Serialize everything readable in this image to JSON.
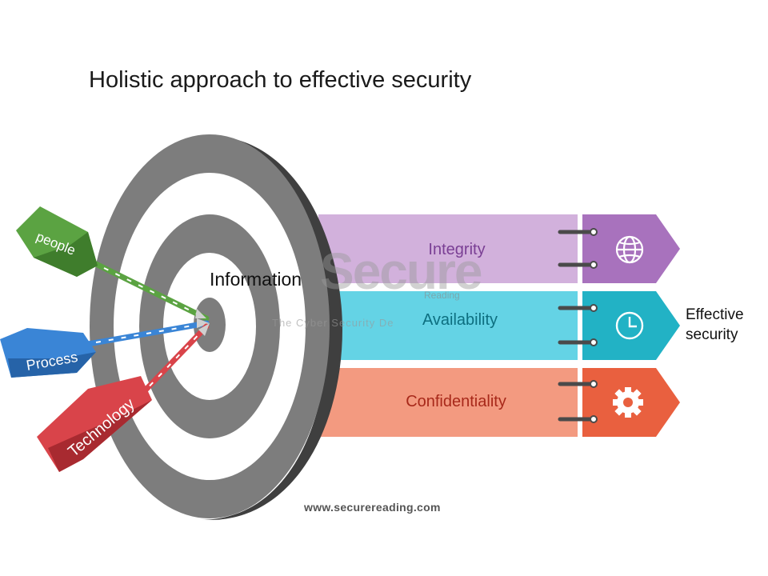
{
  "title": "Holistic approach to effective security",
  "target": {
    "center_label": "Information"
  },
  "arrows": [
    {
      "label": "people",
      "color": "#5ba342",
      "dark": "#3f7d2c"
    },
    {
      "label": "Process",
      "color": "#3a85d6",
      "dark": "#2663a8"
    },
    {
      "label": "Technology",
      "color": "#d9444a",
      "dark": "#a82a30"
    }
  ],
  "pillars": [
    {
      "label": "Integrity",
      "icon": "globe-icon",
      "band": "#d2b1dc",
      "tab": "#a872bd",
      "text": "#7a3f94"
    },
    {
      "label": "Availability",
      "icon": "clock-icon",
      "band": "#64d3e5",
      "tab": "#22b2c5",
      "text": "#0d6f80"
    },
    {
      "label": "Confidentiality",
      "icon": "gear-icon",
      "band": "#f39a80",
      "tab": "#e9603f",
      "text": "#a8291a"
    }
  ],
  "outcome": {
    "line1": "Effective",
    "line2": "security"
  },
  "watermark": {
    "brand": "Secure",
    "brand_sub": "Reading",
    "tagline": "The Cyber Security De"
  },
  "footer": {
    "url": "www.securereading.com"
  }
}
